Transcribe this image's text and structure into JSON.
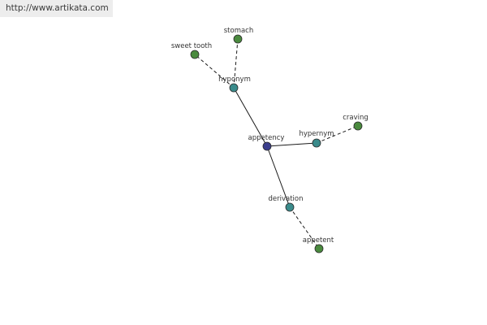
{
  "source_link": "http://www.artikata.com",
  "colors": {
    "center": "#3b3e8c",
    "relation": "#3a8b8b",
    "leaf": "#4a8a3e"
  },
  "nodes": [
    {
      "id": "appetency",
      "label": "appetency",
      "kind": "center"
    },
    {
      "id": "hyponym",
      "label": "hyponym",
      "kind": "relation"
    },
    {
      "id": "hypernym",
      "label": "hypernym",
      "kind": "relation"
    },
    {
      "id": "derivation",
      "label": "derivation",
      "kind": "relation"
    },
    {
      "id": "sweet-tooth",
      "label": "sweet tooth",
      "kind": "leaf"
    },
    {
      "id": "stomach",
      "label": "stomach",
      "kind": "leaf"
    },
    {
      "id": "craving",
      "label": "craving",
      "kind": "leaf"
    },
    {
      "id": "appetent",
      "label": "appetent",
      "kind": "leaf"
    }
  ],
  "edges": [
    {
      "from": "appetency",
      "to": "hyponym",
      "style": "solid"
    },
    {
      "from": "appetency",
      "to": "hypernym",
      "style": "solid"
    },
    {
      "from": "appetency",
      "to": "derivation",
      "style": "solid"
    },
    {
      "from": "hyponym",
      "to": "sweet-tooth",
      "style": "dashed"
    },
    {
      "from": "hyponym",
      "to": "stomach",
      "style": "dashed"
    },
    {
      "from": "hypernym",
      "to": "craving",
      "style": "dashed"
    },
    {
      "from": "derivation",
      "to": "appetent",
      "style": "dashed"
    }
  ]
}
